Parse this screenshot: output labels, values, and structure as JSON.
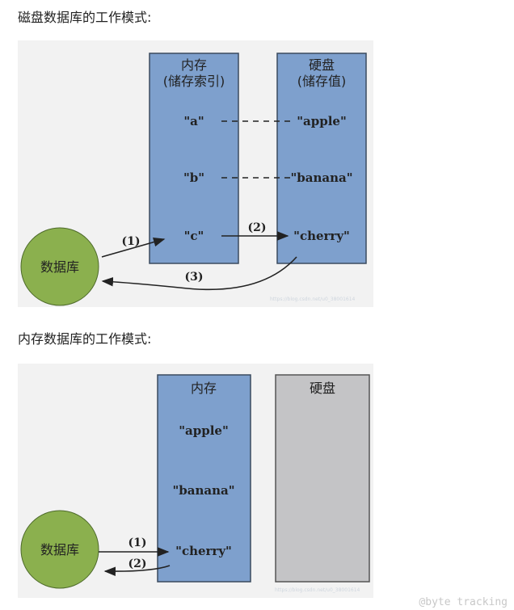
{
  "headings": {
    "disk_mode": "磁盘数据库的工作模式:",
    "memory_mode": "内存数据库的工作模式:"
  },
  "disk_diagram": {
    "memory_box": {
      "title_line1": "内存",
      "title_line2": "(储存索引)"
    },
    "disk_box": {
      "title_line1": "硬盘",
      "title_line2": "(储存值)"
    },
    "keys": [
      "\"a\"",
      "\"b\"",
      "\"c\""
    ],
    "values": [
      "\"apple\"",
      "\"banana\"",
      "\"cherry\""
    ],
    "database_label": "数据库",
    "steps": [
      "(1)",
      "(2)",
      "(3)"
    ],
    "faint_url": "https://blog.csdn.net/u0_38001614"
  },
  "memory_diagram": {
    "memory_box": {
      "title": "内存"
    },
    "disk_box": {
      "title": "硬盘"
    },
    "values": [
      "\"apple\"",
      "\"banana\"",
      "\"cherry\""
    ],
    "database_label": "数据库",
    "steps": [
      "(1)",
      "(2)"
    ],
    "faint_url": "https://blog.csdn.net/u0_38001614"
  },
  "watermark": "@byte tracking",
  "colors": {
    "box_blue": "#7ea0cd",
    "box_gray": "#c4c4c6",
    "circle_green": "#8bb04e",
    "background_panel": "#f2f2f2"
  }
}
